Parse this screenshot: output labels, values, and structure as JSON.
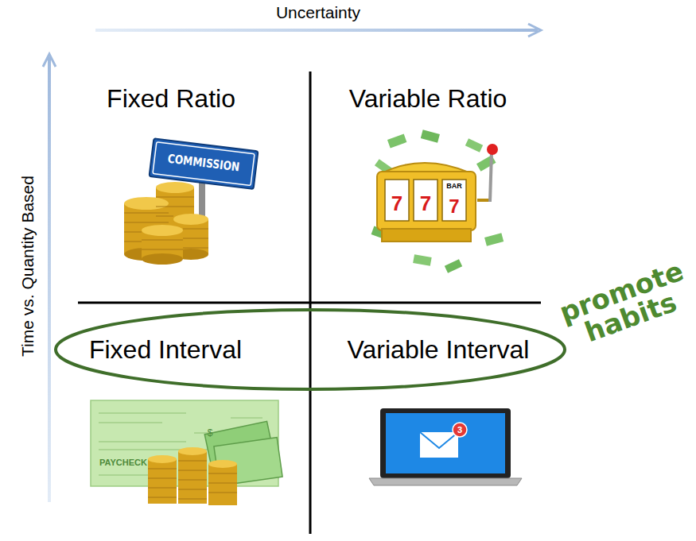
{
  "diagram": {
    "nodes": [
      {
        "text": [
          "Fixed Interval",
          "Variable Interval"
        ]
      }
    ],
    "labels": [
      "Uncertainty",
      "Time vs. Quantity Based",
      "Fixed Ratio",
      "Variable Ratio",
      "COMMISSION",
      "7",
      "7",
      "7",
      "BAR",
      "PAYCHECK",
      "$",
      "3",
      "promote habits"
    ]
  }
}
